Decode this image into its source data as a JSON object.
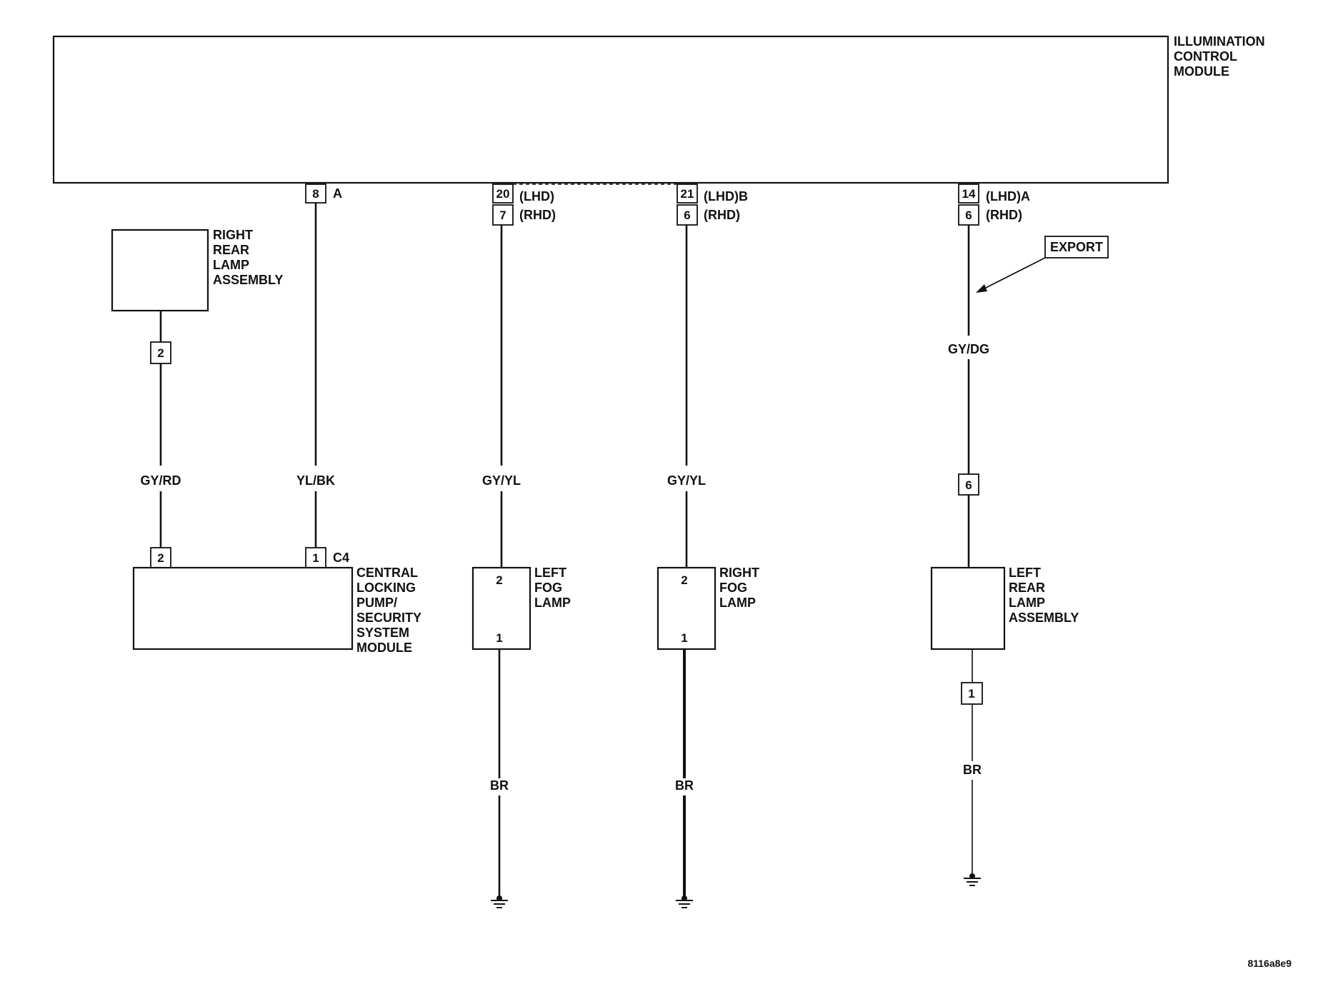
{
  "modules": {
    "icm": [
      "ILLUMINATION",
      "CONTROL",
      "MODULE"
    ],
    "right_rear_lamp": [
      "RIGHT",
      "REAR",
      "LAMP",
      "ASSEMBLY"
    ],
    "central_locking": [
      "CENTRAL",
      "LOCKING",
      "PUMP/",
      "SECURITY",
      "SYSTEM",
      "MODULE"
    ],
    "left_fog": [
      "LEFT",
      "FOG",
      "LAMP"
    ],
    "right_fog": [
      "RIGHT",
      "FOG",
      "LAMP"
    ],
    "left_rear_lamp": [
      "LEFT",
      "REAR",
      "LAMP",
      "ASSEMBLY"
    ]
  },
  "icm_pins": {
    "c1": {
      "pin": "8",
      "label": "A"
    },
    "c2": {
      "pin_lhd": "20",
      "label_lhd": "(LHD)",
      "pin_rhd": "7",
      "label_rhd": "(RHD)"
    },
    "c3": {
      "pin_lhd": "21",
      "label_lhd": "(LHD)B",
      "pin_rhd": "6",
      "label_rhd": "(RHD)"
    },
    "c4": {
      "pin_lhd": "14",
      "label_lhd": "(LHD)A",
      "pin_rhd": "6",
      "label_rhd": "(RHD)"
    }
  },
  "wires": {
    "gy_rd": "GY/RD",
    "yl_bk": "YL/BK",
    "gy_yl_left": "GY/YL",
    "gy_yl_right": "GY/YL",
    "gy_dg": "GY/DG",
    "br_left": "BR",
    "br_right": "BR",
    "br_rear": "BR"
  },
  "connectors": {
    "rrl_pin": "2",
    "clm_pin_gy": "2",
    "clm_pin_yl": "1",
    "clm_conn": "C4",
    "lfog_top": "2",
    "lfog_bot": "1",
    "rfog_top": "2",
    "rfog_bot": "1",
    "inline_6": "6",
    "lrl_pin": "1"
  },
  "export_label": "EXPORT",
  "figure_code": "8116a8e9"
}
